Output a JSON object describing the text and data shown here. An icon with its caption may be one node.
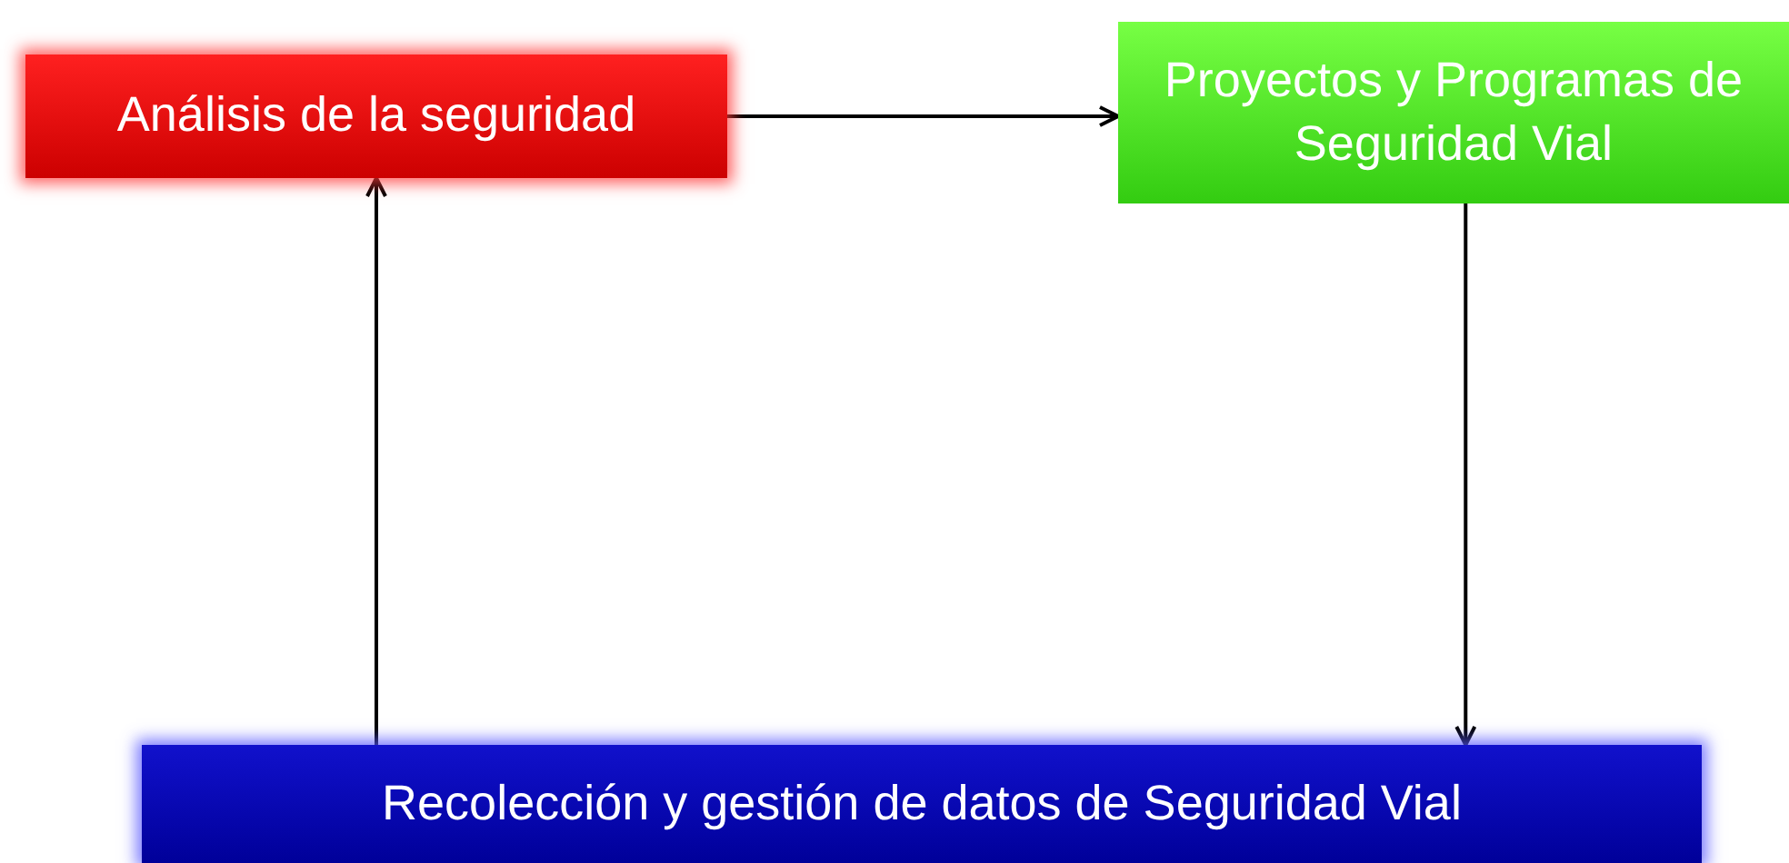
{
  "diagram": {
    "nodes": [
      {
        "text": [
          "Análisis de la seguridad"
        ]
      },
      {
        "text": [
          "Proyectos y Programas de Seguridad Vial"
        ]
      },
      {
        "text": [
          "Recolección y gestión de datos de Seguridad Vial"
        ]
      }
    ],
    "edges": [
      {
        "from": 0,
        "to": 1,
        "arrow": "to"
      },
      {
        "from": 1,
        "to": 2,
        "arrow": "to"
      },
      {
        "from": 2,
        "to": 0,
        "arrow": "to"
      }
    ]
  }
}
